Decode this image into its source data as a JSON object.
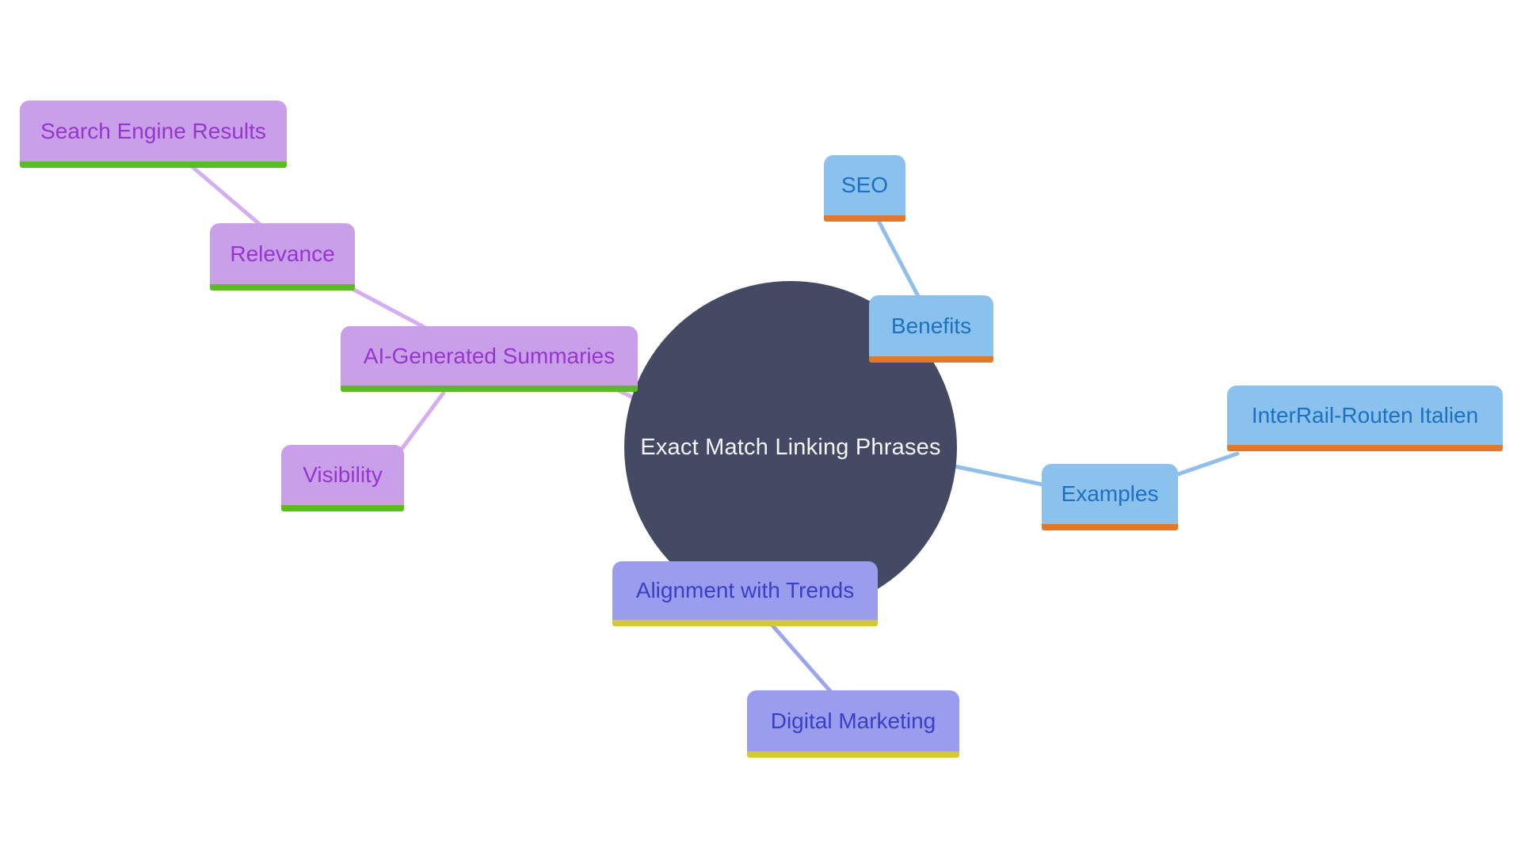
{
  "diagram": {
    "type": "mind-map",
    "center": {
      "label": "Exact Match Linking Phrases",
      "fill_color": "#444a63",
      "text_color": "#f5f6fa"
    },
    "branches": {
      "purple": {
        "box_fill": "#c99fe9",
        "text_color": "#9636cf",
        "underline_color": "#5abc20",
        "connector_color": "#d4aeee"
      },
      "blue": {
        "box_fill": "#8ac2ed",
        "text_color": "#1d70c2",
        "underline_color": "#e0792c",
        "connector_color": "#90bfea"
      },
      "periwinkle": {
        "box_fill": "#9a9ced",
        "text_color": "#3b3fc6",
        "underline_color": "#d5c930",
        "connector_color": "#9ba5ec"
      }
    },
    "nodes": {
      "ai_generated_summaries": {
        "label": "AI-Generated Summaries",
        "branch": "purple"
      },
      "relevance": {
        "label": "Relevance",
        "branch": "purple"
      },
      "search_engine_results": {
        "label": "Search Engine Results",
        "branch": "purple"
      },
      "visibility": {
        "label": "Visibility",
        "branch": "purple"
      },
      "benefits": {
        "label": "Benefits",
        "branch": "blue"
      },
      "seo": {
        "label": "SEO",
        "branch": "blue"
      },
      "examples": {
        "label": "Examples",
        "branch": "blue"
      },
      "interrail_routen_italien": {
        "label": "InterRail-Routen Italien",
        "branch": "blue"
      },
      "alignment_with_trends": {
        "label": "Alignment with Trends",
        "branch": "periwinkle"
      },
      "digital_marketing": {
        "label": "Digital Marketing",
        "branch": "periwinkle"
      }
    },
    "edges": [
      {
        "from": "search_engine_results",
        "to": "relevance",
        "branch": "purple"
      },
      {
        "from": "relevance",
        "to": "ai_generated_summaries",
        "branch": "purple"
      },
      {
        "from": "ai_generated_summaries",
        "to": "center",
        "branch": "purple"
      },
      {
        "from": "ai_generated_summaries",
        "to": "visibility",
        "branch": "purple"
      },
      {
        "from": "seo",
        "to": "benefits",
        "branch": "blue"
      },
      {
        "from": "center",
        "to": "examples",
        "branch": "blue"
      },
      {
        "from": "examples",
        "to": "interrail_routen_italien",
        "branch": "blue"
      },
      {
        "from": "alignment_with_trends",
        "to": "digital_marketing",
        "branch": "periwinkle"
      }
    ]
  }
}
